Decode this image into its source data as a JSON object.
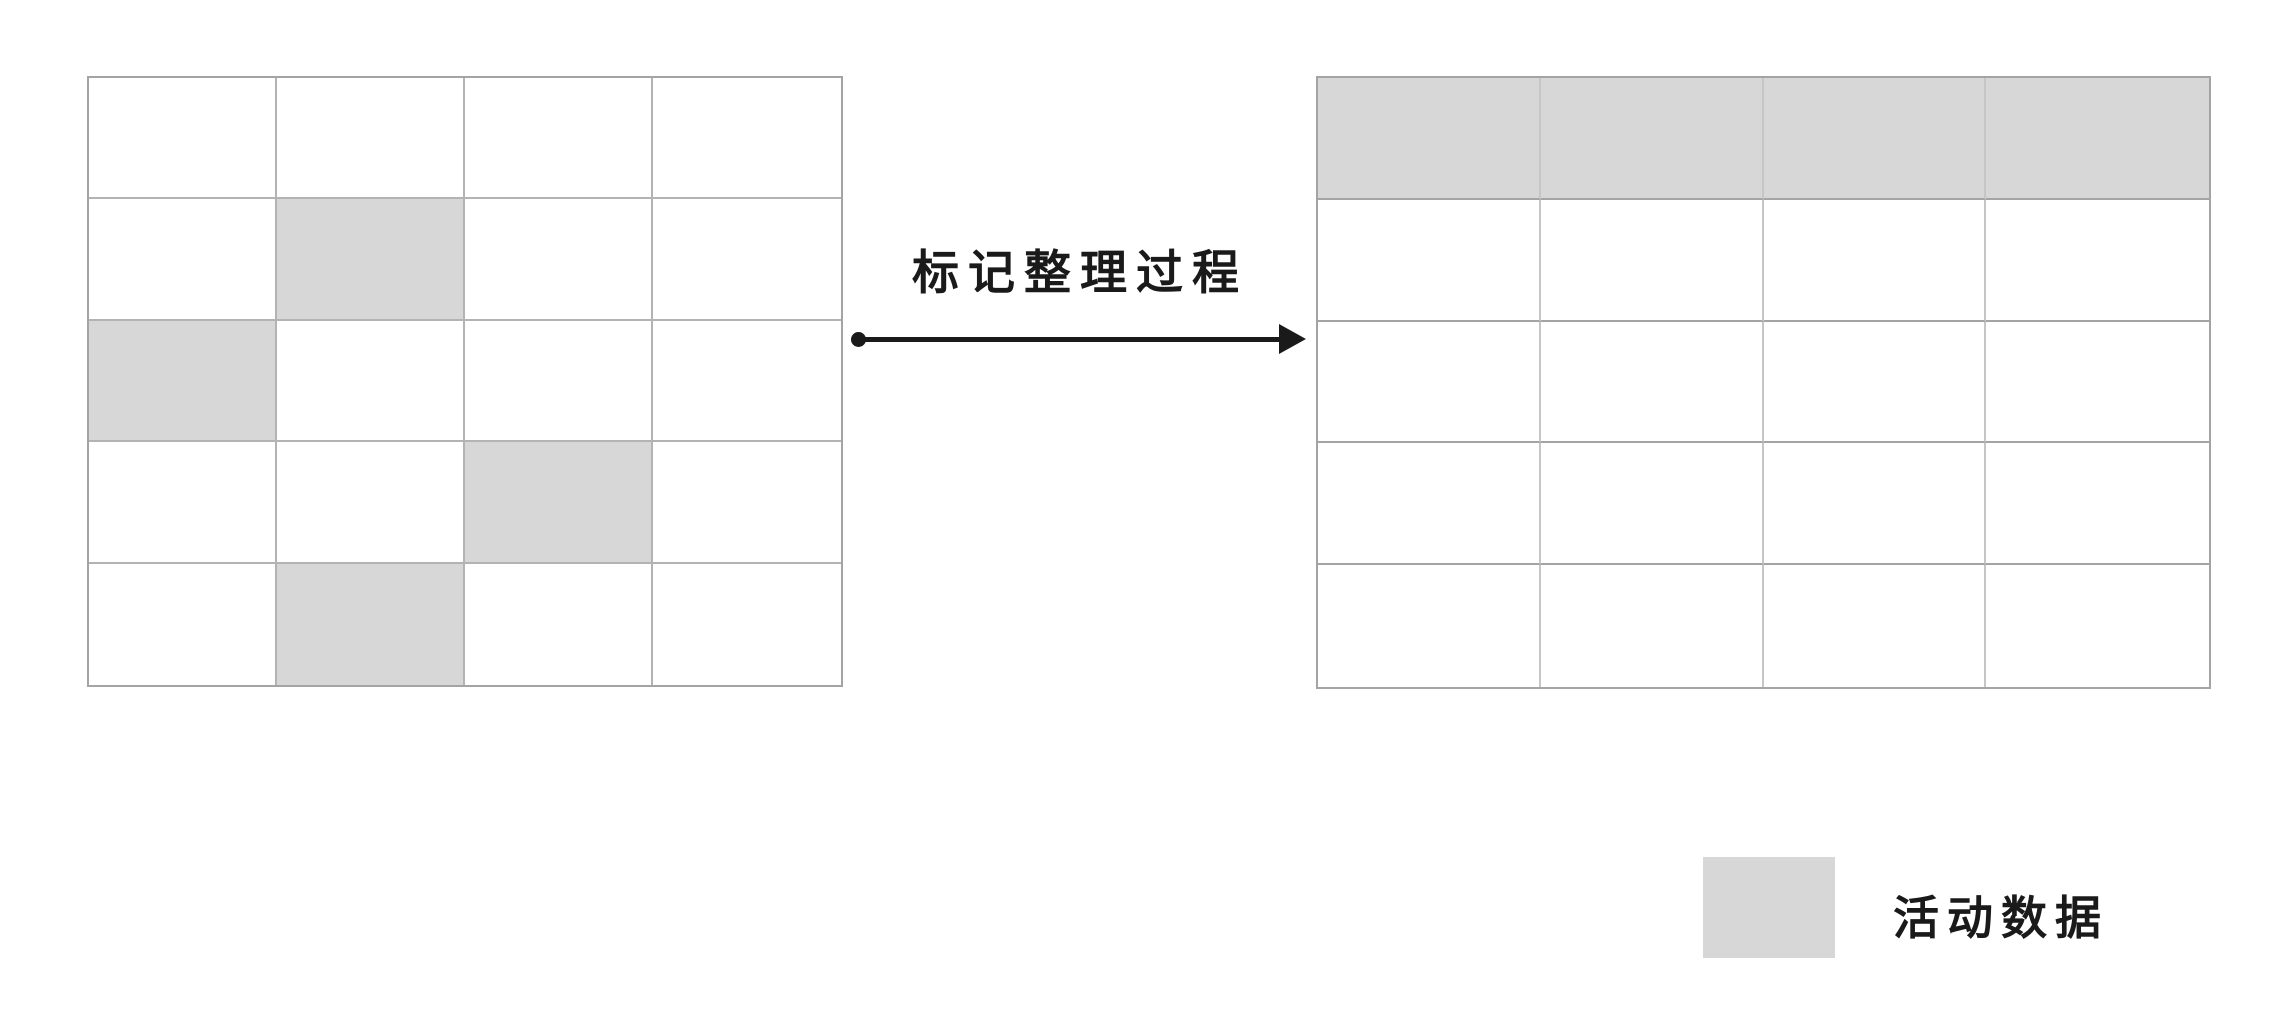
{
  "diagram": {
    "colors": {
      "background": "#ffffff",
      "active_fill": "#d7d7d7",
      "grid_line": "#b3b3b3",
      "grid_line_strong": "#a4a4a4",
      "grid_line_light": "#c6c6c6",
      "ink": "#1a1a1a"
    },
    "source_grid": {
      "rows": 5,
      "cols": 4,
      "active_cells_row_col": [
        [
          1,
          1
        ],
        [
          2,
          0
        ],
        [
          3,
          2
        ],
        [
          4,
          1
        ]
      ]
    },
    "process_arrow": {
      "label": "标记整理过程",
      "direction": "right"
    },
    "result_table": {
      "rows": 5,
      "cols": 4,
      "header_row_shaded": true
    },
    "legend": {
      "swatch_color": "#d7d7d7",
      "label": "活动数据"
    }
  }
}
